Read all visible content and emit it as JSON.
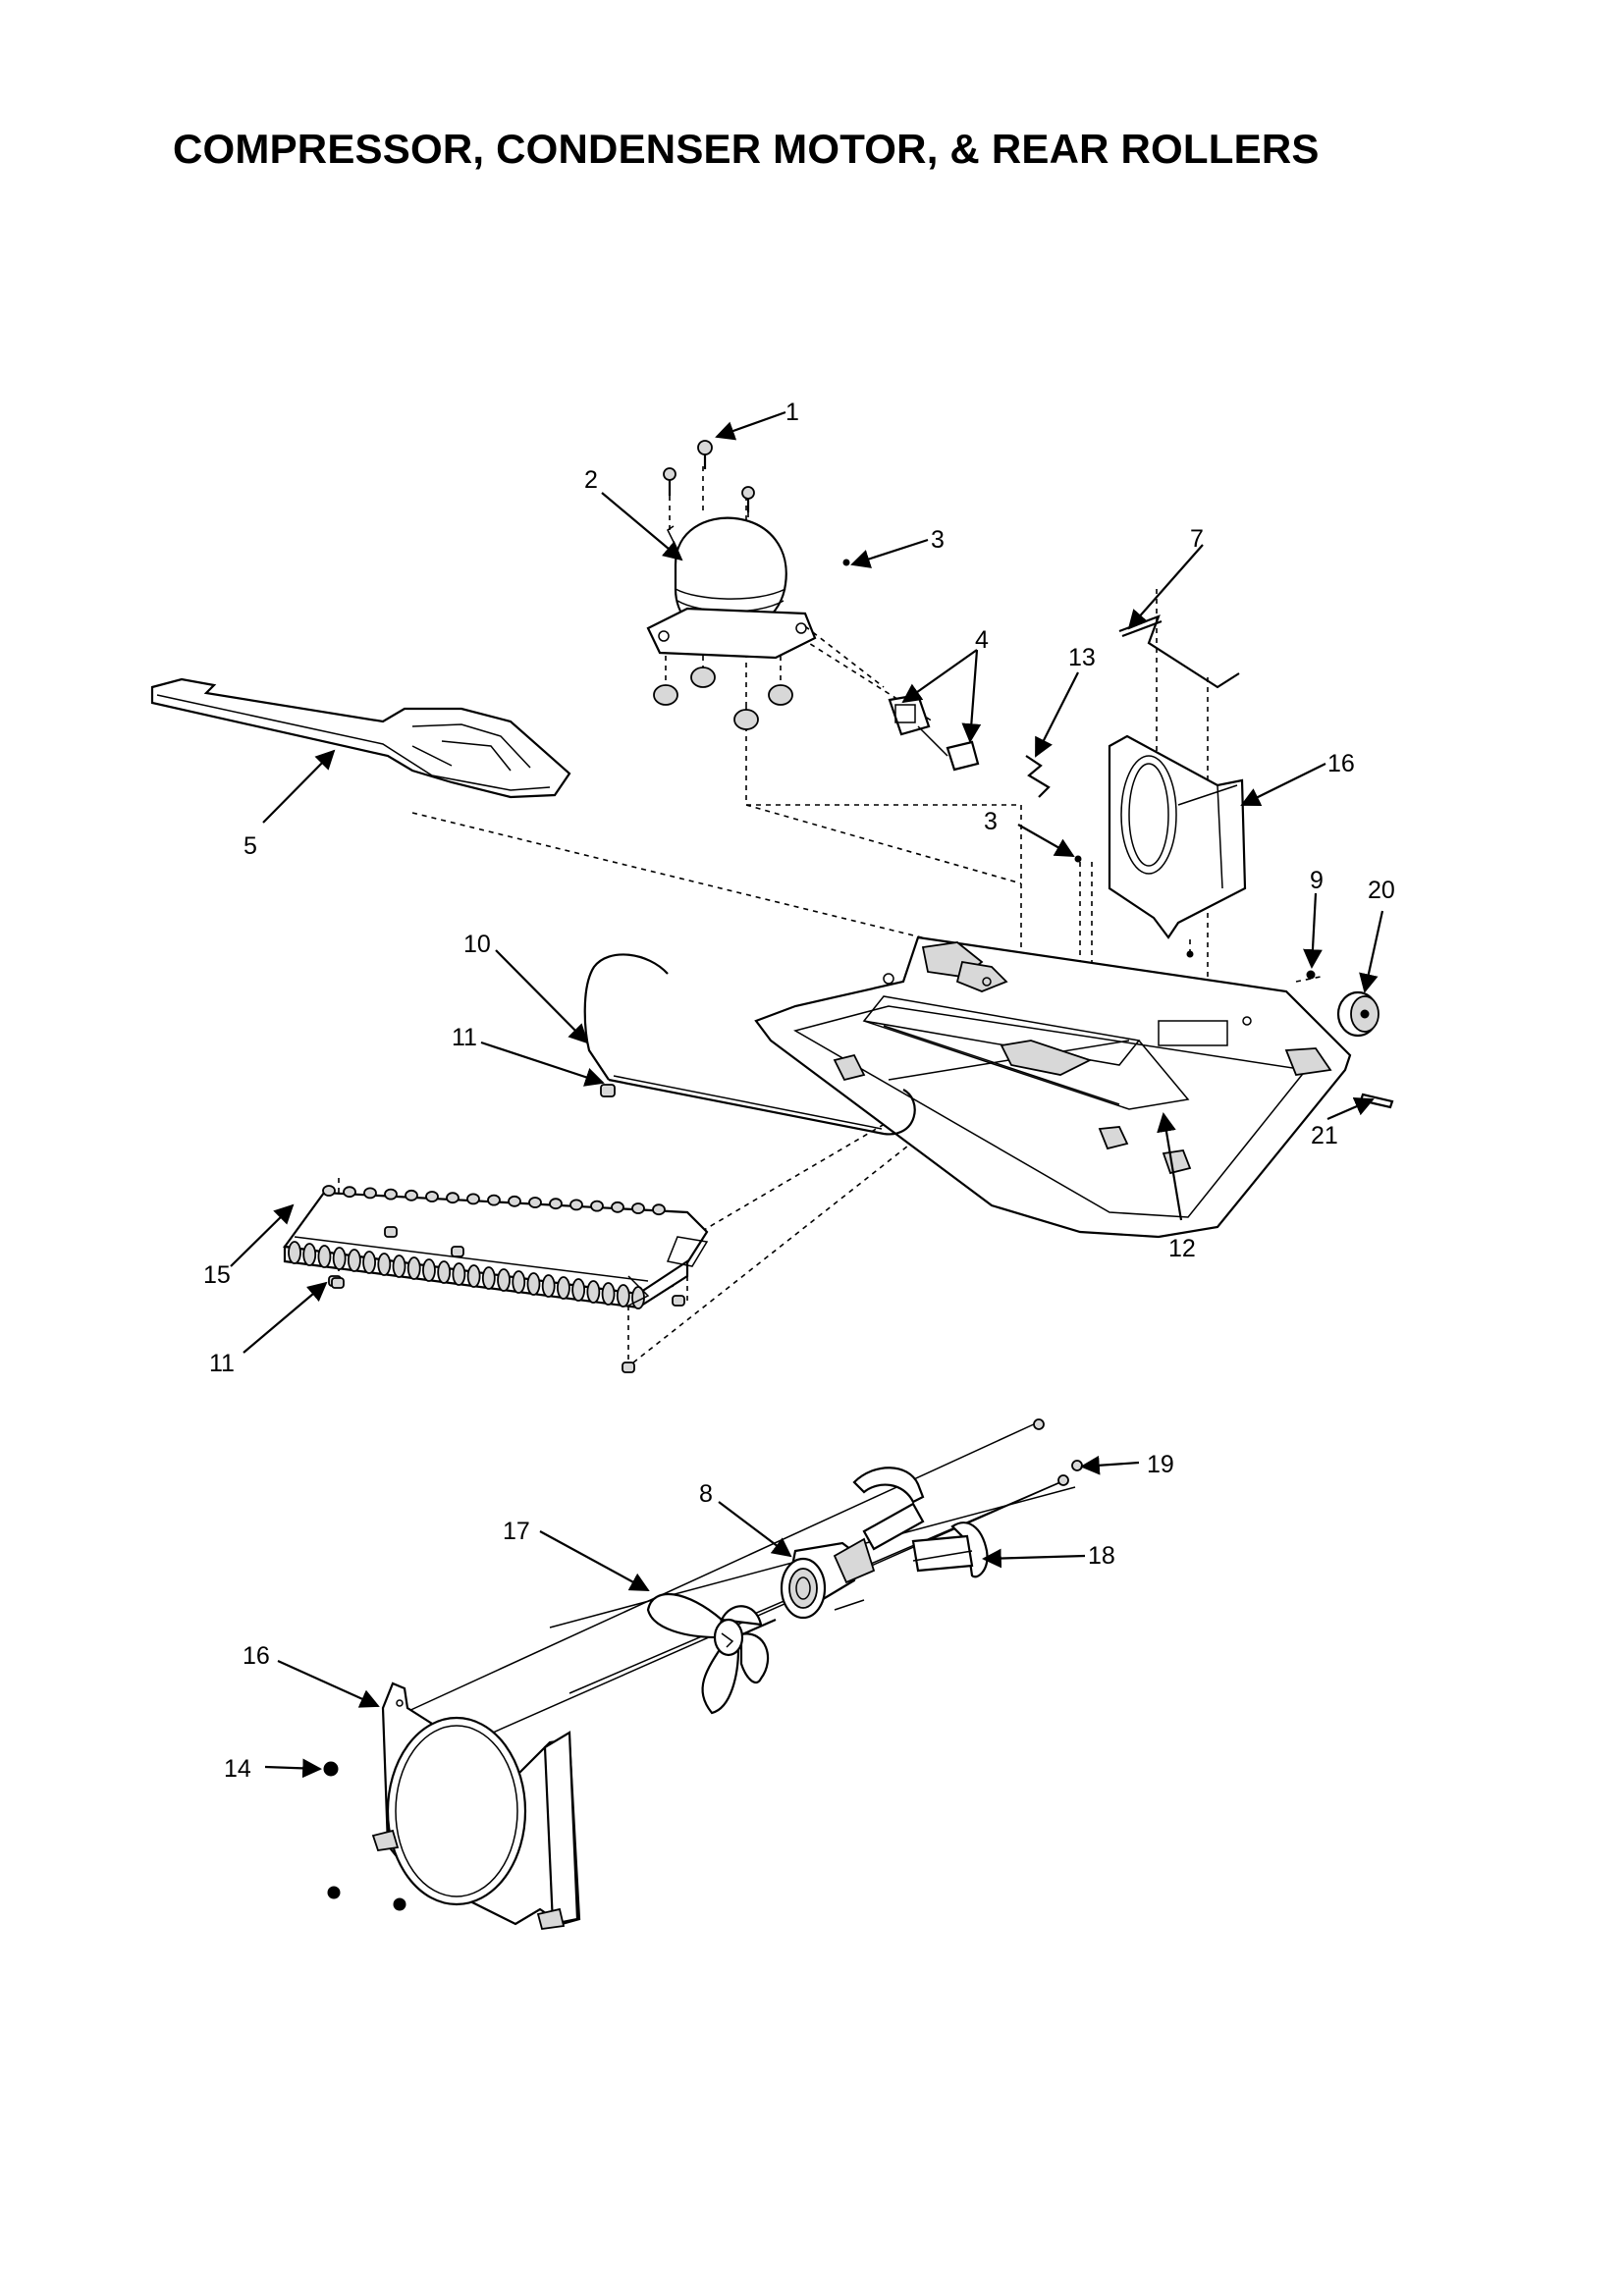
{
  "title": "COMPRESSOR, CONDENSER MOTOR, & REAR ROLLERS",
  "callouts": [
    "1",
    "2",
    "3",
    "4",
    "5",
    "7",
    "13",
    "16",
    "3",
    "9",
    "20",
    "10",
    "11",
    "12",
    "21",
    "15",
    "11",
    "19",
    "8",
    "17",
    "18",
    "16",
    "14"
  ]
}
